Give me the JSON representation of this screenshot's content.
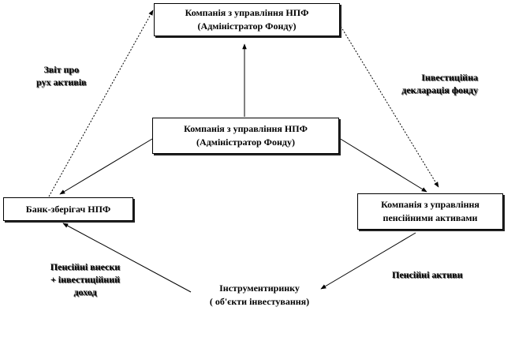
{
  "nodes": {
    "top": [
      "Компанія з управління НПФ",
      "(Адміністратор Фонду)"
    ],
    "center": [
      "Компанія з управління НПФ",
      "(Адміністратор Фонду)"
    ],
    "bank": [
      "Банк-зберігач НПФ"
    ],
    "asset_manager": [
      "Компанія з управління",
      "пенсійними активами"
    ],
    "instruments": [
      "Інструментиринку",
      "( об'єкти інвестування)"
    ]
  },
  "labels": {
    "report": [
      "Звіт про",
      "рух активів"
    ],
    "declaration": [
      "Інвестиційна",
      "декларація фонду"
    ],
    "contributions": [
      "Пенсійні внески",
      "+ інвестиційний",
      "доход"
    ],
    "assets": [
      "Пенсійні активи"
    ]
  }
}
